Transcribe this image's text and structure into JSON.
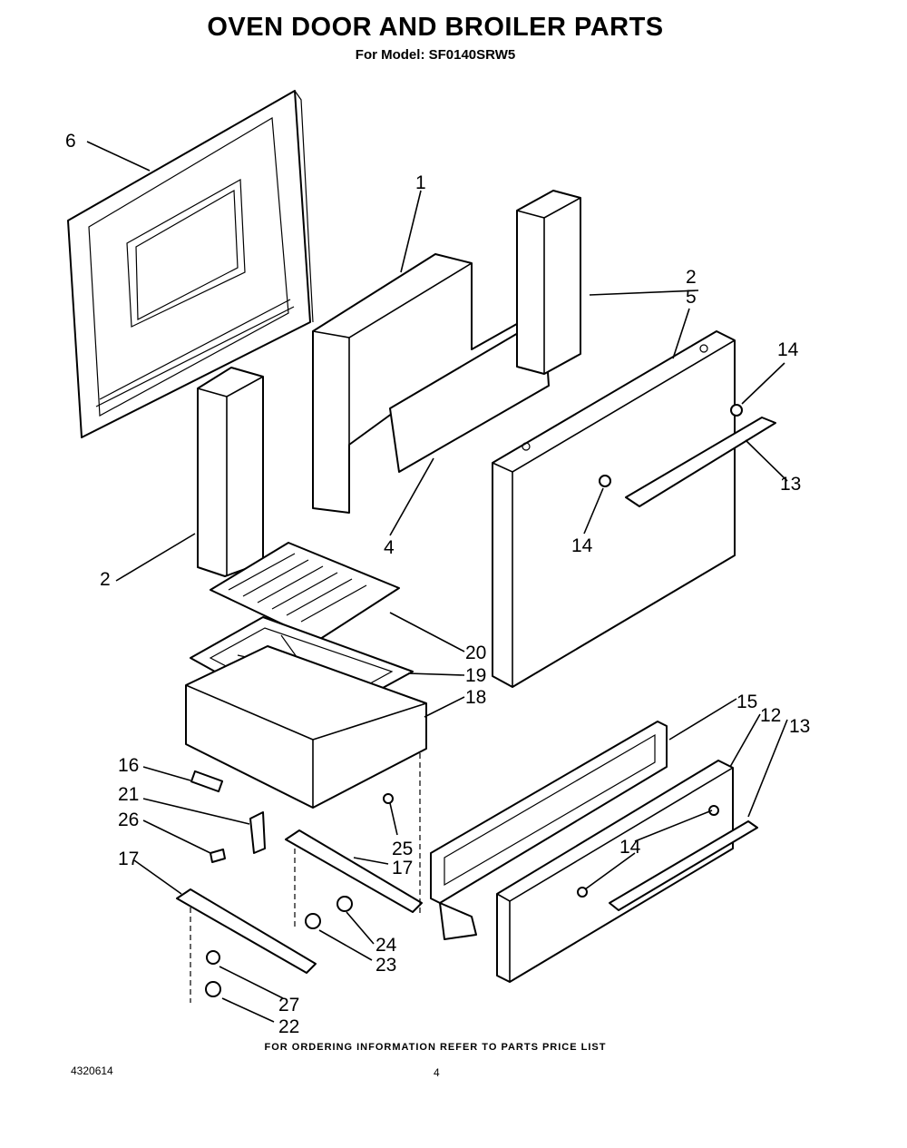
{
  "header": {
    "title": "OVEN DOOR AND BROILER PARTS",
    "model": "For Model: SF0140SRW5"
  },
  "footer": {
    "ordering_note": "FOR ORDERING INFORMATION REFER TO PARTS PRICE LIST",
    "doc_number": "4320614",
    "page_number": "4"
  },
  "callouts": {
    "c1": "1",
    "c2a": "2",
    "c2b": "2",
    "c4": "4",
    "c5": "5",
    "c6": "6",
    "c12": "12",
    "c13a": "13",
    "c13b": "13",
    "c14a": "14",
    "c14b": "14",
    "c14c": "14",
    "c15": "15",
    "c16": "16",
    "c17a": "17",
    "c17b": "17",
    "c18": "18",
    "c19": "19",
    "c20": "20",
    "c21": "21",
    "c22": "22",
    "c23": "23",
    "c24": "24",
    "c25": "25",
    "c26": "26",
    "c27": "27"
  }
}
